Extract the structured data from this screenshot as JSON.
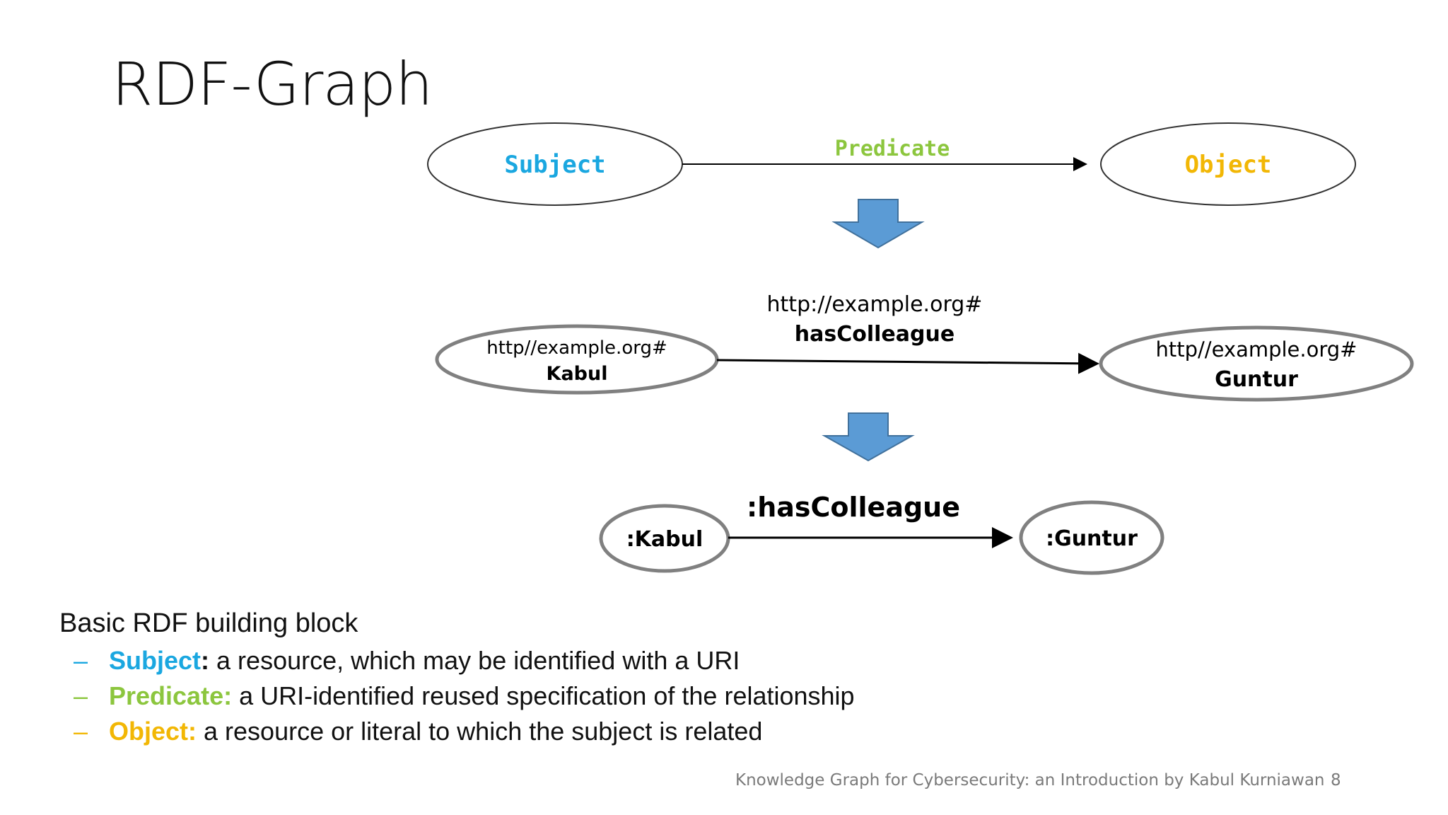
{
  "slide": {
    "title": "RDF-Graph"
  },
  "diagram": {
    "row1": {
      "subject": {
        "label": "Subject",
        "color": "#1aa7e0"
      },
      "predicate": {
        "label": "Predicate",
        "color": "#8cc63e"
      },
      "object": {
        "label": "Object",
        "color": "#f2b705"
      }
    },
    "row2": {
      "subject": {
        "line1": "http//example.org#",
        "line2": "Kabul"
      },
      "predicate": {
        "line1": "http://example.org#",
        "line2": "hasColleague"
      },
      "object": {
        "line1": "http//example.org#",
        "line2": "Guntur"
      }
    },
    "row3": {
      "subject": {
        "label": ":Kabul"
      },
      "predicate": {
        "label": ":hasColleague"
      },
      "object": {
        "label": ":Guntur"
      }
    },
    "arrow_color": "#5b9bd5"
  },
  "building_block": {
    "heading": "Basic RDF building block",
    "items": [
      {
        "dash": "–",
        "term": "Subject",
        "separator": ":",
        "text": " a resource, which may be identified with a URI",
        "color": "#1aa7e0"
      },
      {
        "dash": "–",
        "term": "Predicate:",
        "separator": "",
        "text": " a URI-identified reused specification of the relationship",
        "color": "#8cc63e"
      },
      {
        "dash": "–",
        "term": "Object:",
        "separator": "",
        "text": " a resource or literal to which the subject is related",
        "color": "#f2b705"
      }
    ]
  },
  "footer": {
    "text": "Knowledge Graph for Cybersecurity: an Introduction by Kabul Kurniawan",
    "page": "8"
  }
}
